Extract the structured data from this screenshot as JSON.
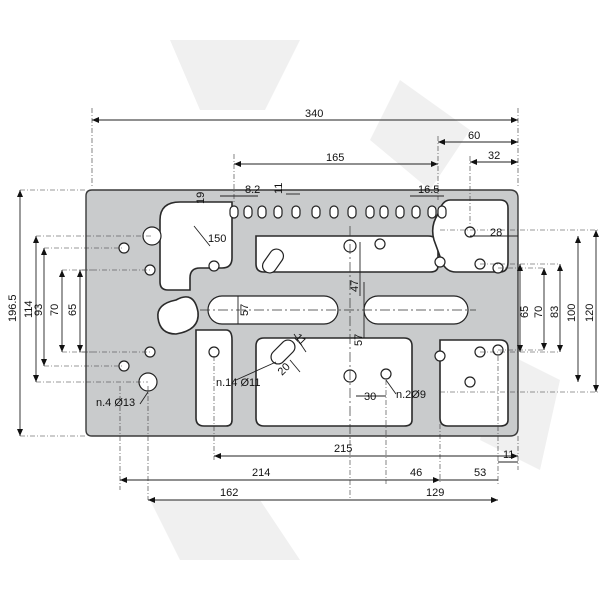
{
  "dimensions": {
    "overall_width": "340",
    "right_offset_60": "60",
    "right_offset_32": "32",
    "top_span_165": "165",
    "slot_pitch": "8.2",
    "slot_width": "11",
    "top_edge": "19",
    "top_right_pitch": "16.5",
    "upper_left_150": "150",
    "right_28": "28",
    "left_heights": [
      "196.5",
      "114",
      "93",
      "70",
      "65"
    ],
    "right_heights": [
      "65",
      "70",
      "83",
      "100",
      "120"
    ],
    "slot_57": "57",
    "slot_47": "47",
    "vertical_57": "57",
    "diag_11": "11",
    "diag_20": "20",
    "mid_30": "30",
    "bottom_215": "215",
    "bottom_214": "214",
    "bottom_46": "46",
    "bottom_53": "53",
    "bottom_11": "11",
    "bottom_162": "162",
    "bottom_129": "129"
  },
  "notes": {
    "holes_13": "n.4 Ø13",
    "holes_11": "n.14 Ø11",
    "holes_9": "n.2Ø9"
  }
}
